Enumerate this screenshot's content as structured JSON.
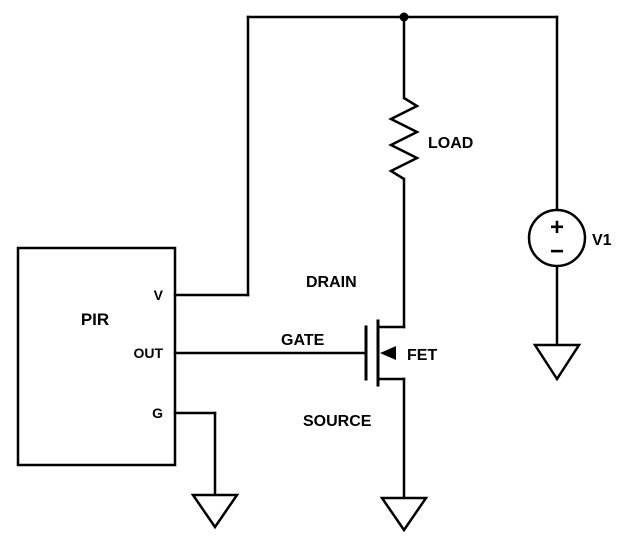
{
  "labels": {
    "pir": "PIR",
    "pin_v": "V",
    "pin_out": "OUT",
    "pin_g": "G",
    "load": "LOAD",
    "drain": "DRAIN",
    "gate": "GATE",
    "source": "SOURCE",
    "fet": "FET",
    "v1": "V1",
    "v1_plus": "+",
    "v1_minus": "−"
  },
  "colors": {
    "line": "#000000",
    "background": "#ffffff"
  }
}
